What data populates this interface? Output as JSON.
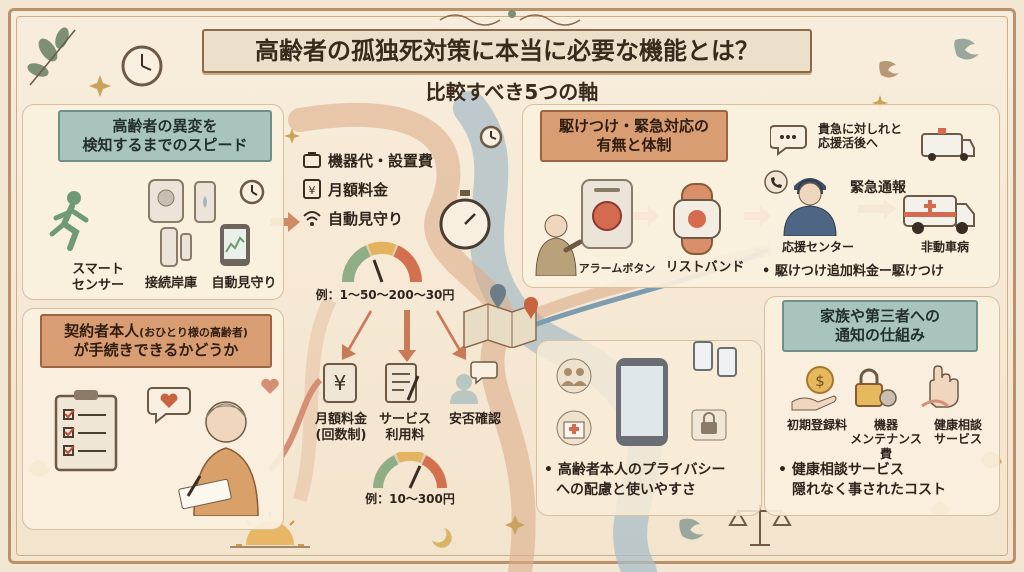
{
  "title": "高齢者の孤独死対策に本当に必要な機能とは？",
  "subtitle": "比較すべき5つの軸",
  "panel_speed": {
    "heading_line1": "高齢者の異変を",
    "heading_line2": "検知するまでのスピード",
    "items": [
      "スマート\nセンサー",
      "接続岸庫",
      "自動見守り"
    ]
  },
  "cost_list": {
    "items": [
      "機器代・設置費",
      "月額料金",
      "自動見守り"
    ],
    "range": "例：1〜50〜200〜30円"
  },
  "panel_contract": {
    "heading_line1a": "契約者本人",
    "heading_line1b": "(おひとり様の高齢者)",
    "heading_line2": "が手続きできるかどうか"
  },
  "center_fees": {
    "items": [
      "月額料金\n(回数制)",
      "サービス\n利用料",
      "安否確認"
    ],
    "range": "例：10〜300円"
  },
  "panel_rush": {
    "heading_line1": "駆けつけ・緊急対応の",
    "heading_line2": "有無と体制",
    "alarm": "アラームボタン",
    "wristband": "リストバンド",
    "center": "応援センター",
    "note": "貴急に対しれと\n応援活後へ",
    "emergency": "緊急通報",
    "ambulance": "非動車病",
    "bullet": "• 駆けつけ追加料金ー駆けつけ"
  },
  "privacy": {
    "bullet_line1": "• 高齢者本人のプライバシー",
    "bullet_line2": "への配慮と使いやすさ"
  },
  "panel_family": {
    "heading_line1": "家族や第三者への",
    "heading_line2": "通知の仕組み",
    "items": [
      "初期登録料",
      "機器\nメンテナンス費",
      "健康相談\nサービス"
    ],
    "bullet_line1": "• 健康相談サービス",
    "bullet_line2": "隠れなく事されたコスト"
  },
  "icons": {
    "clock": "clock-icon",
    "runner": "runner-icon",
    "sensor": "sensor-icon",
    "phone": "phone-icon",
    "stopwatch": "stopwatch-icon",
    "gauge": "gauge-icon",
    "map": "map-icon",
    "operator": "operator-icon",
    "ambulance": "ambulance-icon",
    "smartphone": "smartphone-icon",
    "coin": "coin-hand-icon",
    "lock": "lock-icon",
    "hand": "hand-icon",
    "checklist": "checklist-icon",
    "elder": "elderly-woman-icon",
    "scale": "scale-icon",
    "bird": "bird-icon",
    "sun": "sun-icon",
    "leaf": "leaf-icon"
  },
  "colors": {
    "teal": "#a9c3bd",
    "rust": "#d99d73",
    "river": "#9fb8c4",
    "road": "#d7a17c",
    "parchment": "#f3e6d2"
  }
}
